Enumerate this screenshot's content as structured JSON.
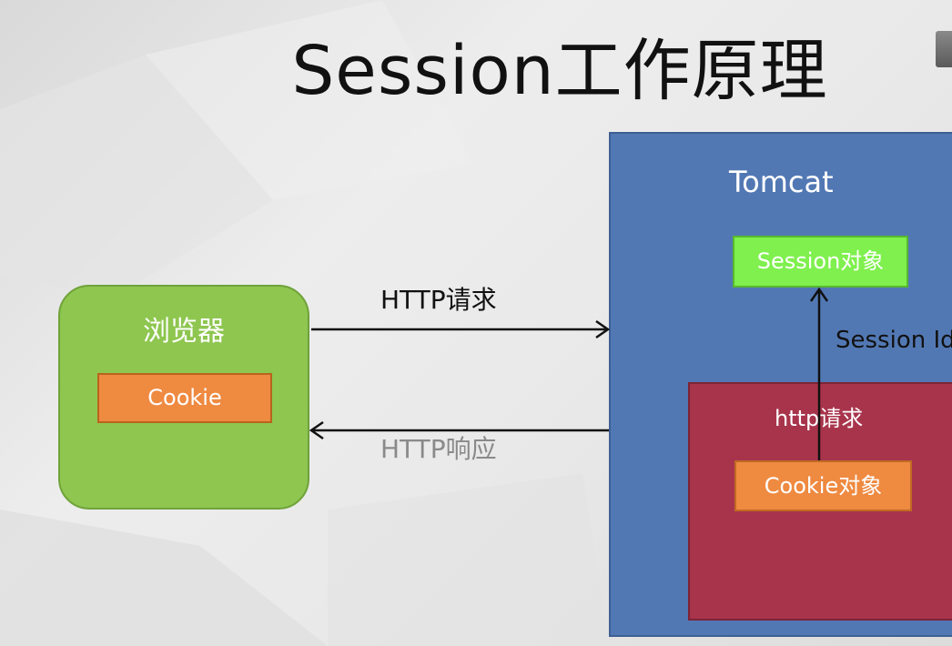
{
  "title": "Session工作原理",
  "browser": {
    "label": "浏览器",
    "cookie_label": "Cookie"
  },
  "tomcat": {
    "label": "Tomcat",
    "session_object_label": "Session对象",
    "session_id_label": "Session Id",
    "http_request": {
      "label": "http请求",
      "cookie_object_label": "Cookie对象"
    }
  },
  "arrows": {
    "request_label": "HTTP请求",
    "response_label": "HTTP响应"
  },
  "colors": {
    "browser": "#8ec64f",
    "cookie": "#ef8a41",
    "tomcat": "#5278b4",
    "session_object": "#7ff04e",
    "http_request": "#a8344c"
  }
}
